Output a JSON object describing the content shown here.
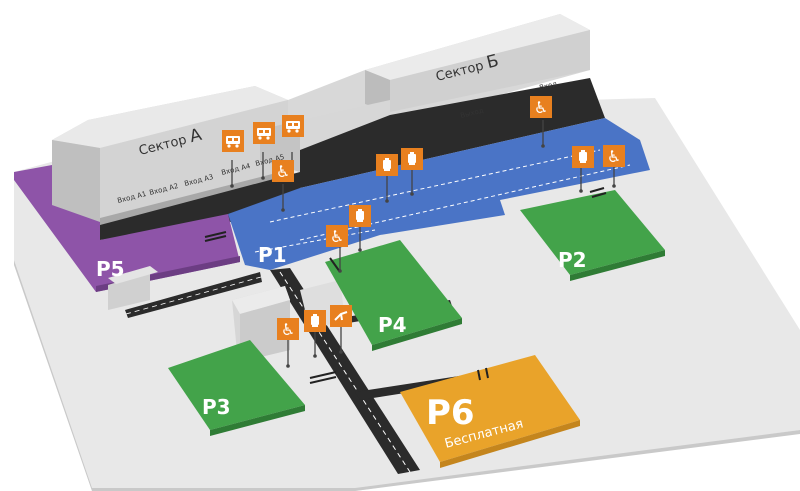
{
  "sectors": {
    "a": {
      "prefix": "Сектор ",
      "letter": "А"
    },
    "b": {
      "prefix": "Сектор ",
      "letter": "Б"
    }
  },
  "entrances": {
    "a1": "Вход А1",
    "a2": "Вход А2",
    "a3": "Вход А3",
    "a4": "Вход А4",
    "a5": "Вход А5",
    "b_left": "Выход",
    "b_right": "Вход"
  },
  "parking": {
    "p1": "P1",
    "p2": "P2",
    "p3": "P3",
    "p4": "P4",
    "p5": "P5",
    "p6": "P6",
    "p6_note": "Бесплатная"
  },
  "colors": {
    "p5": "#8e54a8",
    "green": "#43a34a",
    "p6": "#e9a32a",
    "road": "#2b2b2b",
    "p1": "#4a74c6",
    "building": "#d6d6d6",
    "ground": "#e7e7e7",
    "icon_orange": "#e8801f"
  },
  "icons": {
    "bus": "bus-icon",
    "wheelchair": "wheelchair-icon",
    "trolley": "shopping-trolley-icon",
    "cart": "cart-icon"
  }
}
